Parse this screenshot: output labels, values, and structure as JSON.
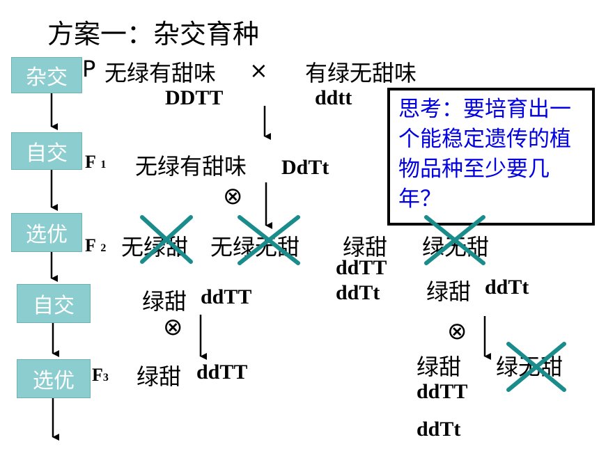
{
  "title": "方案一：杂交育种",
  "steps": [
    "杂交",
    "自交",
    "选优",
    "自交",
    "选优"
  ],
  "parents": {
    "p_label": "P",
    "p1_pheno": "无绿有甜味",
    "cross_symbol": "×",
    "p2_pheno": "有绿无甜味",
    "p1_geno": "DDTT",
    "p2_geno": "ddtt"
  },
  "f1": {
    "label_main": "F",
    "label_sub": "1",
    "pheno": "无绿有甜味",
    "geno": "DdTt"
  },
  "f2": {
    "label_main": "F",
    "label_sub": "2",
    "phenos": [
      "无绿甜",
      "无绿无甜",
      "绿甜",
      "绿无甜"
    ],
    "geno_green_sweet": [
      "ddTT",
      "ddTt"
    ]
  },
  "gen2": {
    "left_pheno": "绿甜",
    "left_geno": "ddTT",
    "right_pheno": "绿甜",
    "right_geno": "ddTt"
  },
  "f3": {
    "label_main": "F",
    "label_sub": "3",
    "pheno": "绿甜",
    "geno": "ddTT"
  },
  "f3_right": {
    "pheno1": "绿甜",
    "pheno2": "绿无甜",
    "geno1": "ddTT",
    "geno2": "ddTt"
  },
  "self_symbol": "⊗",
  "think_box": "思考：要培育出一个能稳定遗传的植物品种至少要几年？",
  "colors": {
    "step_box": "#8ccdd0",
    "cross_mark": "#1a8c8c",
    "think_text": "#0000e0"
  }
}
